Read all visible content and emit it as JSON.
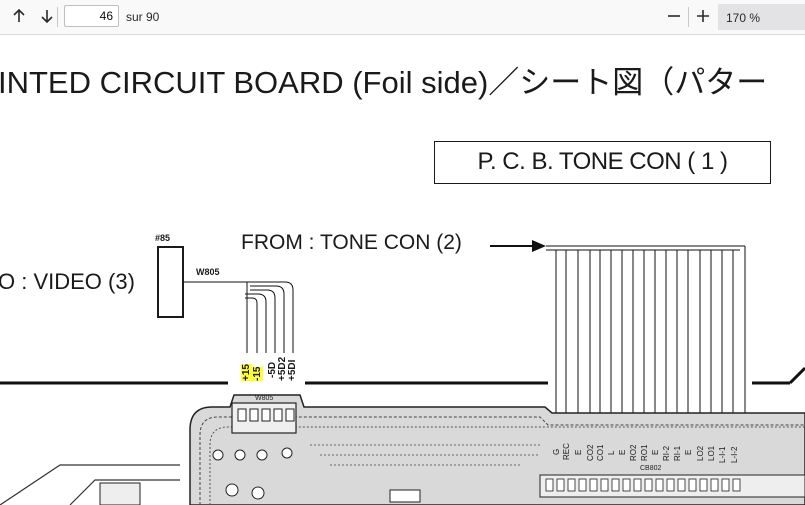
{
  "toolbar": {
    "page_current": "46",
    "page_total": "sur 90",
    "zoom_level": "170 %"
  },
  "document": {
    "title": "INTED CIRCUIT BOARD (Foil side)／シート図（パター",
    "pcb_box_label": "P. C. B. TONE CON ( 1 )",
    "from_label": "FROM : TONE CON (2)",
    "video_label": "O : VIDEO (3)",
    "connector_label": "#85",
    "wire_label": "W805",
    "left_pins": [
      "+15",
      "-15",
      "-5D",
      "+5D2",
      "+5DI"
    ],
    "right_pins": [
      "G",
      "REC",
      "E",
      "CO2",
      "CO1",
      "L",
      "E",
      "RO2",
      "RO1",
      "E",
      "RI-2",
      "RI-1",
      "E",
      "LO2",
      "LO1",
      "L-I-1",
      "L-I-2"
    ],
    "board_label": "W805",
    "sub_label": "CB802"
  }
}
